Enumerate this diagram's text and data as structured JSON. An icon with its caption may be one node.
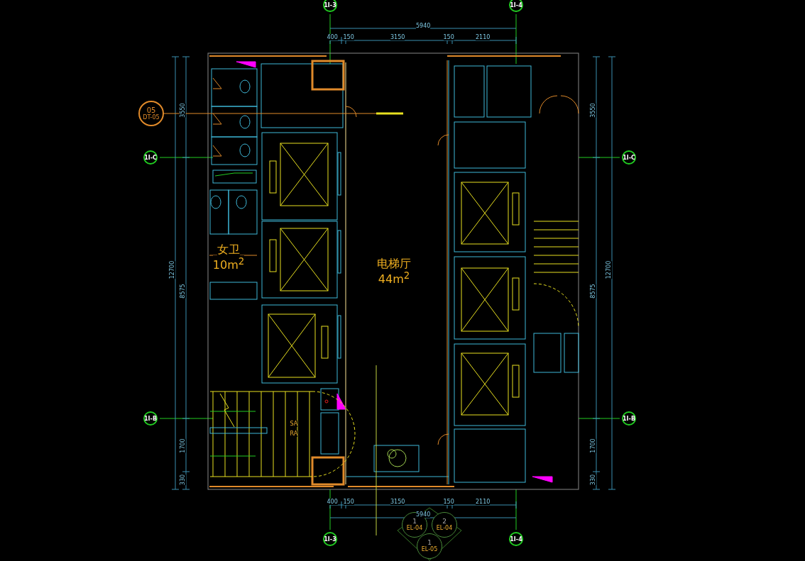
{
  "diagram": {
    "nodes": [
      {
        "text": [
          "1I-3"
        ]
      },
      {
        "text": [
          "1I-4"
        ]
      },
      {
        "text": [
          "05",
          "DT-05"
        ]
      },
      {
        "text": [
          "1I-C"
        ]
      },
      {
        "text": [
          "1I-C"
        ]
      },
      {
        "text": [
          "女卫",
          "10m$^{2}$"
        ]
      },
      {
        "text": [
          "电梯厅",
          "44m$^{2}$"
        ]
      },
      {
        "text": [
          "1I-B"
        ]
      },
      {
        "text": [
          "1I-B"
        ]
      },
      {
        "text": [
          "1I-3"
        ]
      },
      {
        "text": [
          "1I-4"
        ]
      },
      {
        "text": [
          "1",
          "EL-04"
        ]
      },
      {
        "text": [
          "2",
          "EL-04"
        ]
      },
      {
        "text": [
          "1",
          "EL-05"
        ]
      }
    ],
    "labels": [
      "5940",
      "400",
      "150",
      "3150",
      "150",
      "2110",
      "3550",
      "3550",
      "12700",
      "8575",
      "8575",
      "12700",
      "SA",
      "RA",
      "1700",
      "1700",
      "330",
      "330",
      "400",
      "150",
      "3150",
      "150",
      "2110",
      "5940"
    ]
  }
}
